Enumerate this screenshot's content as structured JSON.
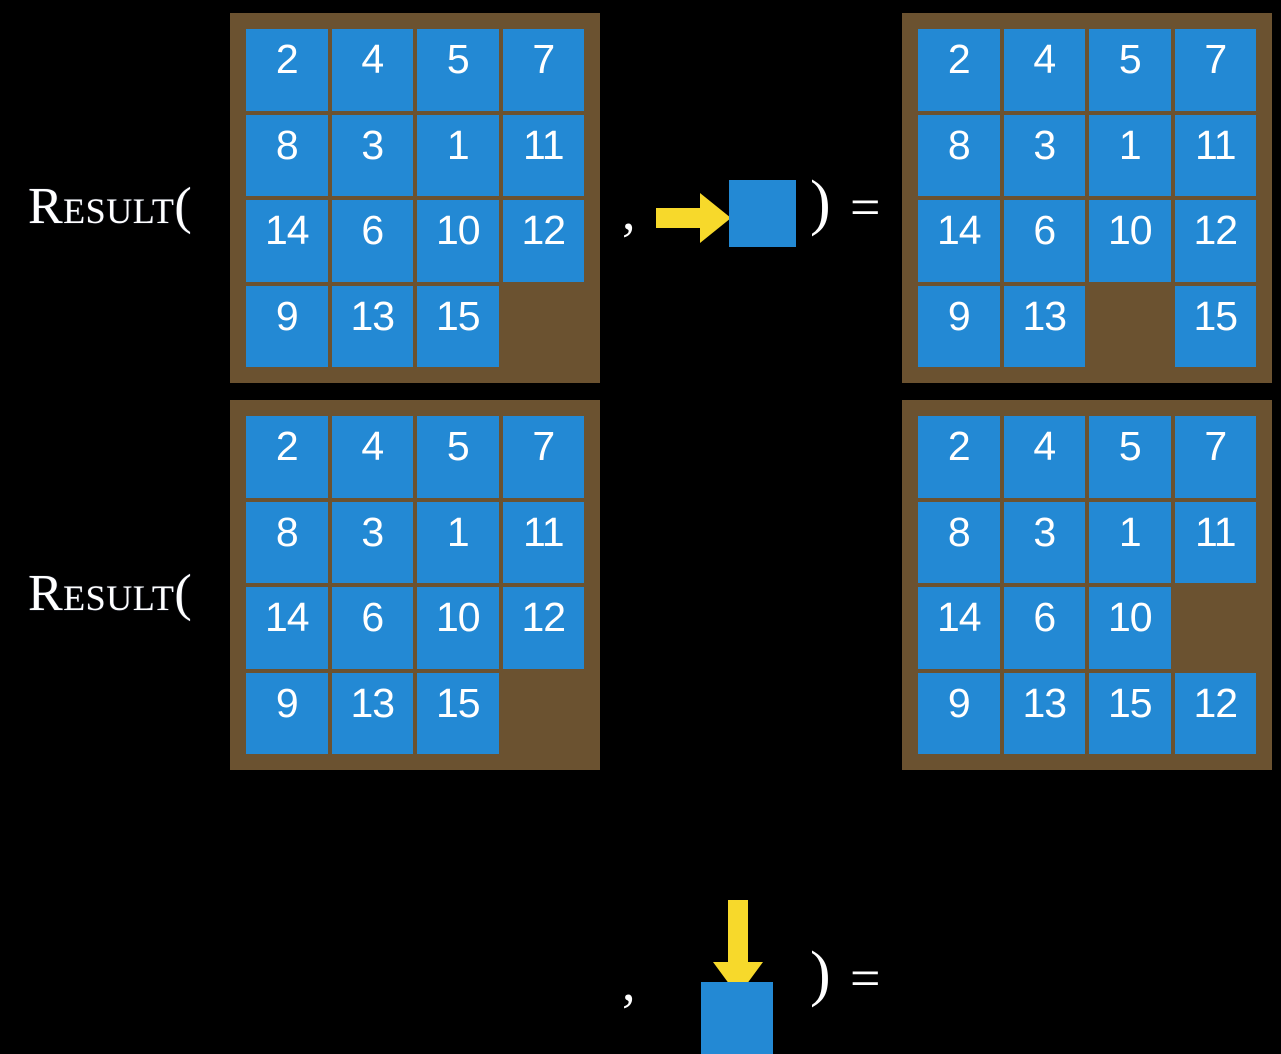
{
  "background_color": "#000000",
  "colors": {
    "tile": "#2389d4",
    "board_frame": "#6b5230",
    "board_empty": "#6b5c32",
    "arrow": "#f7d92b",
    "text": "#ffffff"
  },
  "rows": [
    {
      "id": "row-1",
      "label": "Result(",
      "comma": ",",
      "paren_close": ")",
      "equals": "=",
      "action": {
        "arrow_icon": "arrow-right-icon",
        "direction": "right",
        "description": "slide tile right"
      },
      "grid_before": {
        "rows": 4,
        "cols": 4,
        "cells": [
          [
            "2",
            "4",
            "5",
            "7"
          ],
          [
            "8",
            "3",
            "1",
            "11"
          ],
          [
            "14",
            "6",
            "10",
            "12"
          ],
          [
            "9",
            "13",
            "15",
            ""
          ]
        ]
      },
      "grid_after": {
        "rows": 4,
        "cols": 4,
        "cells": [
          [
            "2",
            "4",
            "5",
            "7"
          ],
          [
            "8",
            "3",
            "1",
            "11"
          ],
          [
            "14",
            "6",
            "10",
            "12"
          ],
          [
            "9",
            "13",
            "",
            "15"
          ]
        ]
      }
    },
    {
      "id": "row-2",
      "label": "Result(",
      "comma": ",",
      "paren_close": ")",
      "equals": "=",
      "action": {
        "arrow_icon": "arrow-down-icon",
        "direction": "down",
        "description": "slide tile down"
      },
      "grid_before": {
        "rows": 4,
        "cols": 4,
        "cells": [
          [
            "2",
            "4",
            "5",
            "7"
          ],
          [
            "8",
            "3",
            "1",
            "11"
          ],
          [
            "14",
            "6",
            "10",
            "12"
          ],
          [
            "9",
            "13",
            "15",
            ""
          ]
        ]
      },
      "grid_after": {
        "rows": 4,
        "cols": 4,
        "cells": [
          [
            "2",
            "4",
            "5",
            "7"
          ],
          [
            "8",
            "3",
            "1",
            "11"
          ],
          [
            "14",
            "6",
            "10",
            ""
          ],
          [
            "9",
            "13",
            "15",
            "12"
          ]
        ]
      }
    }
  ]
}
